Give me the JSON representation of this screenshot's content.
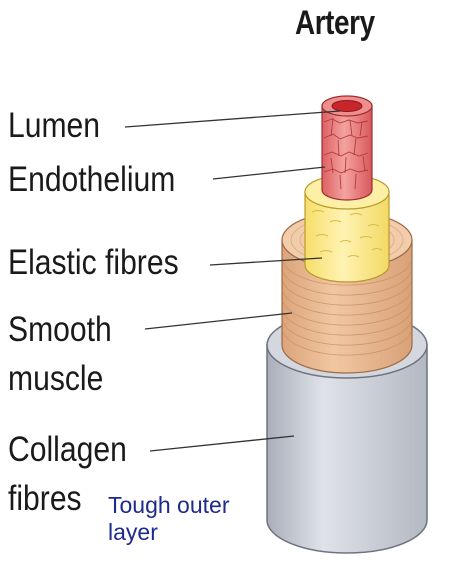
{
  "title": "Artery",
  "labels": {
    "lumen": "Lumen",
    "endothelium": "Endothelium",
    "elastic": "Elastic fibres",
    "smooth_1": "Smooth",
    "smooth_2": "muscle",
    "collagen_1": "Collagen",
    "collagen_2": "fibres"
  },
  "note": {
    "line1": "Tough outer",
    "line2": "layer"
  },
  "colors": {
    "collagen_layer": "#c9cdd6",
    "smooth_muscle_layer": "#e8b78f",
    "elastic_layer": "#fbe98a",
    "endothelium_layer": "#e9787a",
    "lumen": "#c8262b",
    "note_text": "#1e2a8c"
  }
}
